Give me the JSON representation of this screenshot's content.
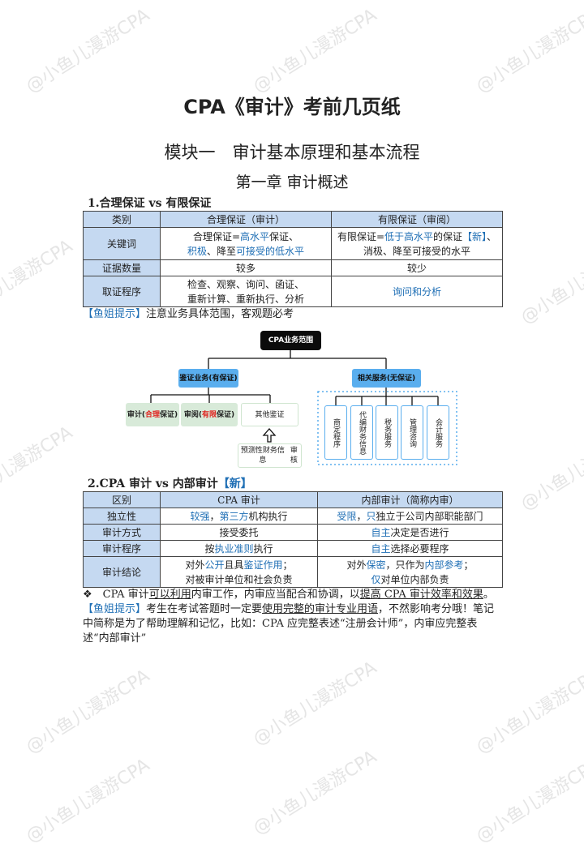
{
  "watermark": "@小鱼儿漫游CPA",
  "title": "CPA《审计》考前几页纸",
  "module": "模块一　审计基本原理和基本流程",
  "chapter": "第一章 审计概述",
  "section1": {
    "heading": "1.合理保证 vs 有限保证",
    "headers": [
      "类别",
      "合理保证（审计）",
      "有限保证（审阅）"
    ],
    "rows": [
      {
        "label": "关键词",
        "cells": [
          [
            {
              "t": "合理保证="
            },
            {
              "t": "高水平",
              "c": "hl"
            },
            {
              "t": "保证、"
            },
            {
              "t": "\n"
            },
            {
              "t": "积极",
              "c": "hl"
            },
            {
              "t": "、降至"
            },
            {
              "t": "可接受的低水平",
              "c": "hl"
            }
          ],
          [
            {
              "t": "有限保证="
            },
            {
              "t": "低于高水平",
              "c": "hl"
            },
            {
              "t": "的保证"
            },
            {
              "t": "【新】",
              "c": "hl"
            },
            {
              "t": "、"
            },
            {
              "t": "\n"
            },
            {
              "t": "消极、降至可接受的水平"
            }
          ]
        ]
      },
      {
        "label": "证据数量",
        "cells": [
          [
            {
              "t": "较多"
            }
          ],
          [
            {
              "t": "较少"
            }
          ]
        ]
      },
      {
        "label": "取证程序",
        "cells": [
          [
            {
              "t": "检查、观察、询问、函证、"
            },
            {
              "t": "\n"
            },
            {
              "t": "重新计算、重新执行、分析"
            }
          ],
          [
            {
              "t": "询问和分析",
              "c": "hl"
            }
          ]
        ]
      }
    ],
    "tip_tag": "【鱼姐提示】",
    "tip": "注意业务具体范围，客观题必考"
  },
  "diagram": {
    "root": "CPA业务范围",
    "assurance": [
      "鉴证业务",
      "(有保证)"
    ],
    "related": [
      "相关服务",
      "(无保证)"
    ],
    "audit": {
      "name": "审计",
      "pre": "(",
      "key": "合理",
      "post": "保证)"
    },
    "review": {
      "name": "审阅",
      "pre": "(",
      "key": "有限",
      "post": "保证)"
    },
    "other": "其他鉴证",
    "forecast": [
      "预测性财务信息",
      "审核"
    ],
    "services": [
      "商定程序",
      "代编财务信息",
      "税务服务",
      "管理咨询",
      "会计服务"
    ]
  },
  "section2": {
    "heading": "2.CPA 审计 vs 内部审计",
    "heading_tag": "【新】",
    "headers": [
      "区别",
      "CPA 审计",
      "内部审计（简称内审）"
    ],
    "rows": [
      {
        "label": "独立性",
        "cells": [
          [
            {
              "t": "较强",
              "c": "hl"
            },
            {
              "t": "，"
            },
            {
              "t": "第三方",
              "c": "hl"
            },
            {
              "t": "机构执行"
            }
          ],
          [
            {
              "t": "受限",
              "c": "hl"
            },
            {
              "t": "，"
            },
            {
              "t": "只",
              "c": "hl"
            },
            {
              "t": "独立于公司内部职能部门"
            }
          ]
        ]
      },
      {
        "label": "审计方式",
        "cells": [
          [
            {
              "t": "接受委托"
            }
          ],
          [
            {
              "t": "自主",
              "c": "hl"
            },
            {
              "t": "决定是否进行"
            }
          ]
        ]
      },
      {
        "label": "审计程序",
        "cells": [
          [
            {
              "t": "按"
            },
            {
              "t": "执业准则",
              "c": "hl"
            },
            {
              "t": "执行"
            }
          ],
          [
            {
              "t": "自主",
              "c": "hl"
            },
            {
              "t": "选择必要程序"
            }
          ]
        ]
      },
      {
        "label": "审计结论",
        "cells": [
          [
            {
              "t": "对外"
            },
            {
              "t": "公开",
              "c": "hl"
            },
            {
              "t": "且具"
            },
            {
              "t": "鉴证作用",
              "c": "hl"
            },
            {
              "t": "；"
            },
            {
              "t": "\n"
            },
            {
              "t": "对被审计单位和社会负责"
            }
          ],
          [
            {
              "t": "对外"
            },
            {
              "t": "保密",
              "c": "hl"
            },
            {
              "t": "，只作为"
            },
            {
              "t": "内部参考",
              "c": "hl"
            },
            {
              "t": "；"
            },
            {
              "t": "\n"
            },
            {
              "t": "仅",
              "c": "hl"
            },
            {
              "t": "对单位内部负责"
            }
          ]
        ]
      }
    ]
  },
  "note": [
    {
      "t": "❖　CPA 审计"
    },
    {
      "t": "可以利用",
      "c": "u"
    },
    {
      "t": "内审工作，内审应当配合和协调，以"
    },
    {
      "t": "提高 CPA 审计效率和效果",
      "c": "u"
    },
    {
      "t": "。"
    }
  ],
  "tip2": [
    {
      "t": "【鱼姐提示】",
      "c": "tip"
    },
    {
      "t": "考生在考试答题时一定要"
    },
    {
      "t": "使用完整的审计专业用语",
      "c": "u"
    },
    {
      "t": "，不然影响考分哦！笔记中简称是为了帮助理解和记忆，比如：CPA 应完整表述“注册会计师”，内审应完整表述“内部审计”"
    }
  ]
}
